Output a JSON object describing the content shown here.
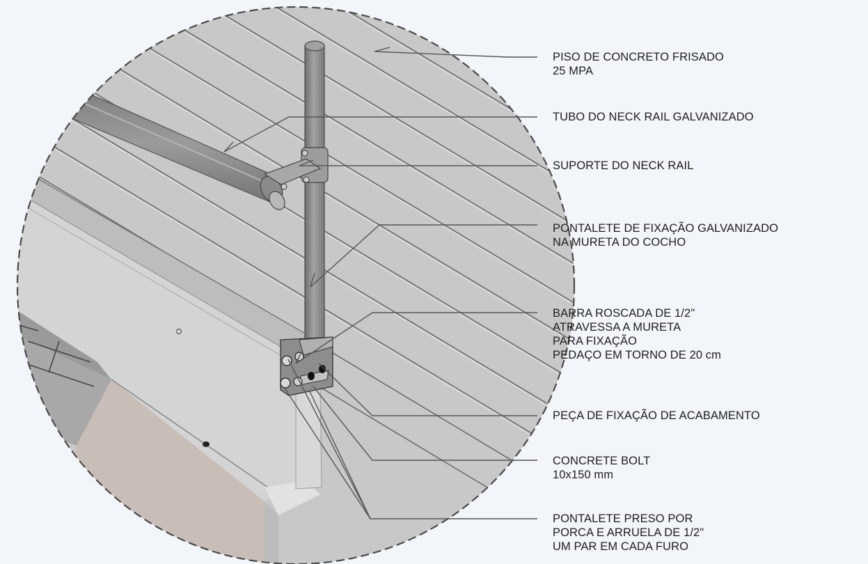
{
  "diagram": {
    "callouts": [
      {
        "id": "piso",
        "lines": [
          "PISO DE CONCRETO FRISADO",
          "25 MPA"
        ]
      },
      {
        "id": "tubo",
        "lines": [
          "TUBO DO NECK RAIL GALVANIZADO"
        ]
      },
      {
        "id": "suporte",
        "lines": [
          "SUPORTE DO NECK RAIL"
        ]
      },
      {
        "id": "pontalete-fixacao",
        "lines": [
          "PONTALETE DE FIXAÇÃO GALVANIZADO",
          "NA MURETA DO COCHO"
        ]
      },
      {
        "id": "barra",
        "lines": [
          "BARRA ROSCADA DE 1/2\"",
          "ATRAVESSA A MURETA",
          "PARA FIXAÇÃO",
          "PEDAÇO EM TORNO DE 20 cm"
        ]
      },
      {
        "id": "peca",
        "lines": [
          "PEÇA DE FIXAÇÃO DE ACABAMENTO"
        ]
      },
      {
        "id": "bolt",
        "lines": [
          "CONCRETE BOLT",
          "10x150 mm"
        ]
      },
      {
        "id": "pontalete-preso",
        "lines": [
          "PONTALETE PRESO POR",
          "PORCA E ARRUELA DE 1/2\"",
          "UM PAR EM CADA FURO"
        ]
      }
    ]
  },
  "colors": {
    "background": "#f2f5f9",
    "floor": "#c9c9c9",
    "wall": "#d6d6d6",
    "rail": "#8a8a8a",
    "leader": "#555555",
    "text": "#1e1e1e"
  }
}
